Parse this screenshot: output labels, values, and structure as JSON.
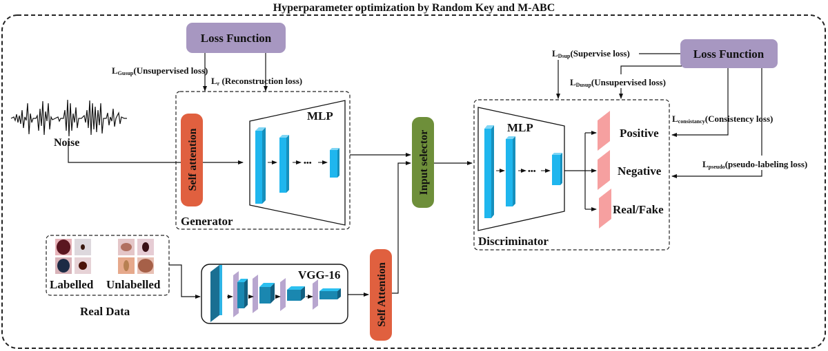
{
  "title": "Hyperparameter optimization by Random Key and M-ABC",
  "generator": {
    "label": "Generator",
    "loss_box": "Loss Function",
    "loss_unsup_main": "L",
    "loss_unsup_sub": "Gusup",
    "loss_unsup_text": "(Unsupervised loss)",
    "loss_rec_main": "L",
    "loss_rec_sub": "r",
    "loss_rec_text": " (Reconstruction loss)",
    "self_attention": "Self attention",
    "mlp": "MLP",
    "ellipsis": "•••"
  },
  "noise": {
    "label": "Noise"
  },
  "input_selector": "Input selector",
  "discriminator": {
    "label": "Discriminator",
    "mlp": "MLP",
    "ellipsis": "•••",
    "outputs": [
      "Positive",
      "Negative",
      "Real/Fake"
    ]
  },
  "disc_loss": {
    "loss_box": "Loss Function",
    "sup_main": "L",
    "sup_sub": "Dsup",
    "sup_text": "(Supervise loss)",
    "unsup_main": "L",
    "unsup_sub": "Dusup",
    "unsup_text": "(Unsupervised loss)",
    "cons_main": "L",
    "cons_sub": "consistancy",
    "cons_text": "(Consistency loss)",
    "pseudo_main": "L",
    "pseudo_sub": "pseudo",
    "pseudo_text": "(pseudo-labeling loss)"
  },
  "real_data": {
    "label": "Real Data",
    "labelled": "Labelled",
    "unlabelled": "Unlabelled"
  },
  "vgg": {
    "label": "VGG-16"
  },
  "self_attention_real": "Self Attention",
  "colors": {
    "loss_box": "#a797c1",
    "self_attention": "#e0603f",
    "input_selector": "#6e8f3a",
    "layer": "#1fb6ee",
    "layer_dark": "#1690bd",
    "output": "#f6a0a0",
    "vgg_purple": "#b8a6cf",
    "vgg_teal": "#1a87b0"
  }
}
